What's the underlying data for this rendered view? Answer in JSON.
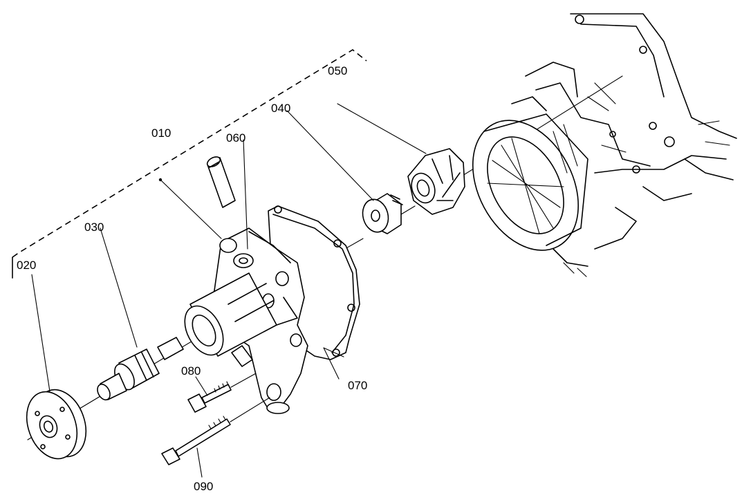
{
  "labels": {
    "p010": "010",
    "p020": "020",
    "p030": "030",
    "p040": "040",
    "p050": "050",
    "p060": "060",
    "p070": "070",
    "p080": "080",
    "p090": "090"
  },
  "style": {
    "line_color": "#000000",
    "background": "#ffffff"
  }
}
